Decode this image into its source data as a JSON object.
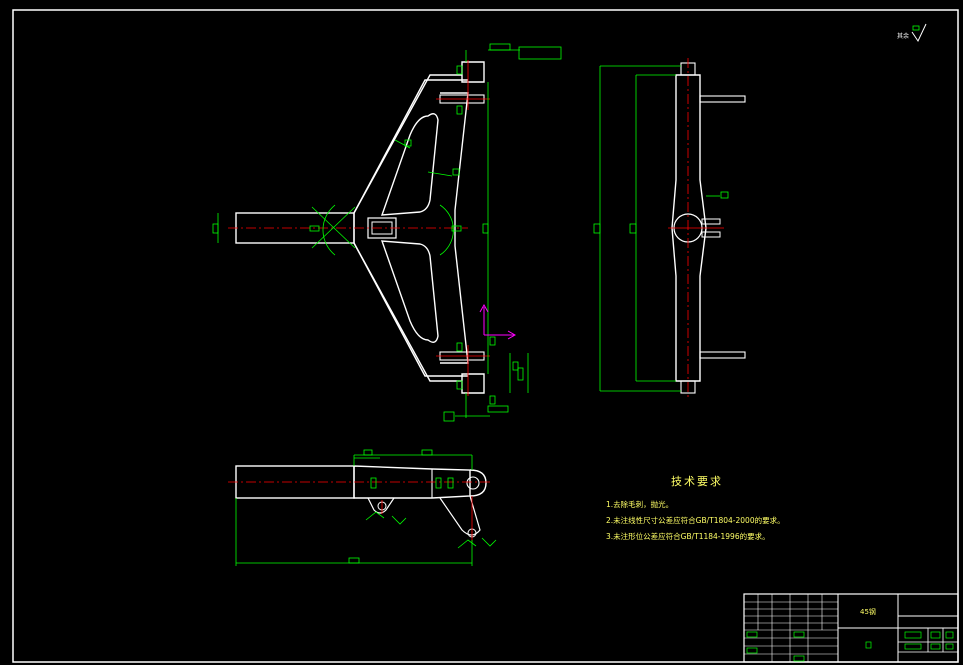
{
  "tech_requirements": {
    "heading": "技术要求",
    "items": [
      "1.去除毛刺，抛光。",
      "2.未注线性尺寸公差应符合GB/T1804-2000的要求。",
      "3.未注形位公差应符合GB/T1184-1996的要求。"
    ]
  },
  "title_block": {
    "material": "45钢"
  },
  "roughness_note": "其余",
  "colors": {
    "background": "#000000",
    "outline": "#ffffff",
    "dimension": "#00ff00",
    "centerline": "#ff0000",
    "ucs": "#ff00ff",
    "text": "#ffff66"
  }
}
